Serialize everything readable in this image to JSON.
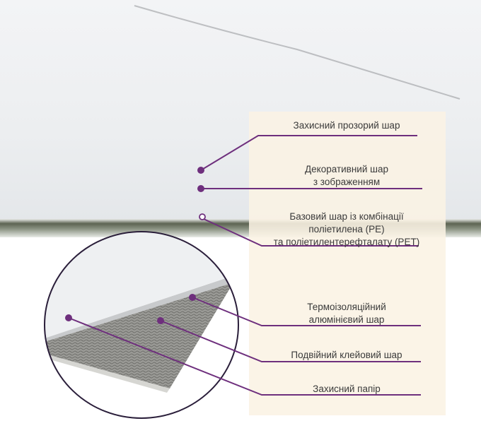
{
  "colors": {
    "accent": "#6e2f7d",
    "panel": "#faf3e4"
  },
  "layers": [
    {
      "label": "Захисний прозорий шар"
    },
    {
      "label_line1": "Декоративний шар",
      "label_line2": "з зображенням"
    },
    {
      "label_line1": "Базовий шар із комбінації",
      "label_line2": "поліетилена (PE)",
      "label_line3": "та поліетилентерефталату (PET)"
    },
    {
      "label_line1": "Термоізоляційний",
      "label_line2": "алюмінієвий шар"
    },
    {
      "label": "Подвійний клейовий шар"
    },
    {
      "label": "Захисний папір"
    }
  ]
}
